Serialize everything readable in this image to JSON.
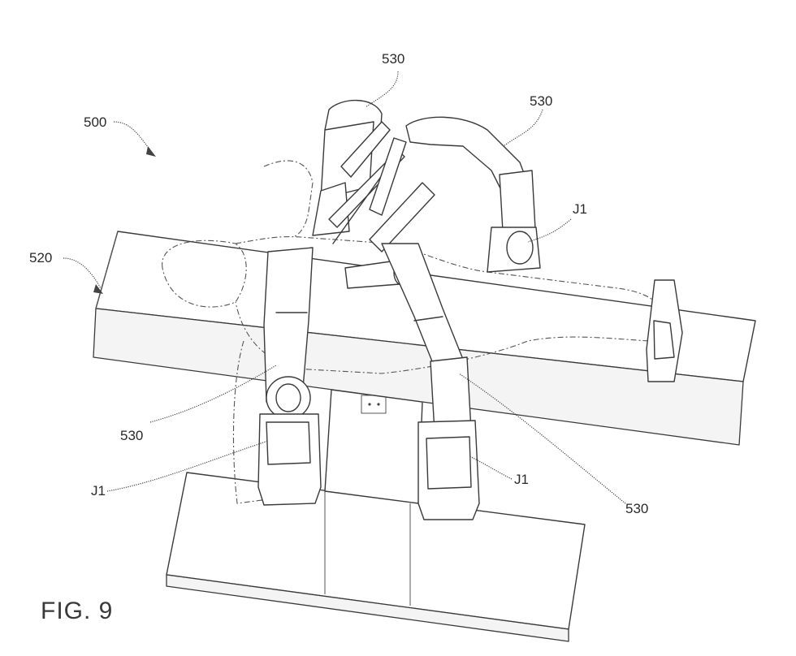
{
  "figure": {
    "caption": "FIG. 9",
    "labels": {
      "system": "500",
      "table": "520",
      "arm_top_left": "530",
      "arm_top_right": "530",
      "arm_front_left": "530",
      "arm_front_right": "530",
      "joint_right_back": "J1",
      "joint_front_left": "J1",
      "joint_front_right": "J1"
    }
  }
}
